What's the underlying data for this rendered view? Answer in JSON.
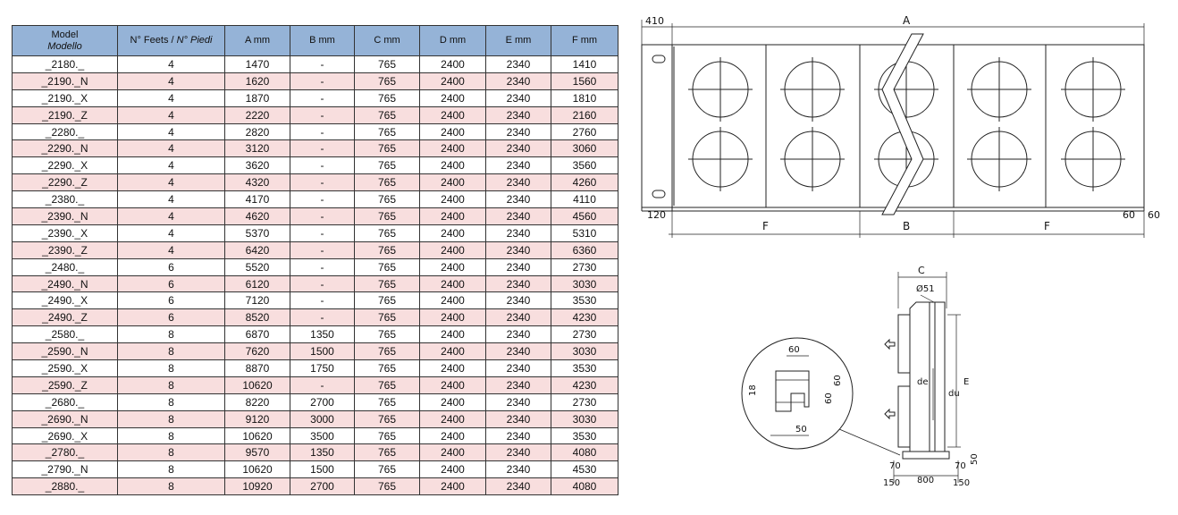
{
  "table": {
    "headers": {
      "model": "Model",
      "model_it": "Modello",
      "feet_en": "N° Feets / ",
      "feet_it": "N° Piedi",
      "a": "A mm",
      "b": "B mm",
      "c": "C mm",
      "d": "D mm",
      "e": "E mm",
      "f": "F mm"
    },
    "rows": [
      [
        "_2180._",
        "4",
        "1470",
        "-",
        "765",
        "2400",
        "2340",
        "1410"
      ],
      [
        "_2190._N",
        "4",
        "1620",
        "-",
        "765",
        "2400",
        "2340",
        "1560"
      ],
      [
        "_2190._X",
        "4",
        "1870",
        "-",
        "765",
        "2400",
        "2340",
        "1810"
      ],
      [
        "_2190._Z",
        "4",
        "2220",
        "-",
        "765",
        "2400",
        "2340",
        "2160"
      ],
      [
        "_2280._",
        "4",
        "2820",
        "-",
        "765",
        "2400",
        "2340",
        "2760"
      ],
      [
        "_2290._N",
        "4",
        "3120",
        "-",
        "765",
        "2400",
        "2340",
        "3060"
      ],
      [
        "_2290._X",
        "4",
        "3620",
        "-",
        "765",
        "2400",
        "2340",
        "3560"
      ],
      [
        "_2290._Z",
        "4",
        "4320",
        "-",
        "765",
        "2400",
        "2340",
        "4260"
      ],
      [
        "_2380._",
        "4",
        "4170",
        "-",
        "765",
        "2400",
        "2340",
        "4110"
      ],
      [
        "_2390._N",
        "4",
        "4620",
        "-",
        "765",
        "2400",
        "2340",
        "4560"
      ],
      [
        "_2390._X",
        "4",
        "5370",
        "-",
        "765",
        "2400",
        "2340",
        "5310"
      ],
      [
        "_2390._Z",
        "4",
        "6420",
        "-",
        "765",
        "2400",
        "2340",
        "6360"
      ],
      [
        "_2480._",
        "6",
        "5520",
        "-",
        "765",
        "2400",
        "2340",
        "2730"
      ],
      [
        "_2490._N",
        "6",
        "6120",
        "-",
        "765",
        "2400",
        "2340",
        "3030"
      ],
      [
        "_2490._X",
        "6",
        "7120",
        "-",
        "765",
        "2400",
        "2340",
        "3530"
      ],
      [
        "_2490._Z",
        "6",
        "8520",
        "-",
        "765",
        "2400",
        "2340",
        "4230"
      ],
      [
        "_2580._",
        "8",
        "6870",
        "1350",
        "765",
        "2400",
        "2340",
        "2730"
      ],
      [
        "_2590._N",
        "8",
        "7620",
        "1500",
        "765",
        "2400",
        "2340",
        "3030"
      ],
      [
        "_2590._X",
        "8",
        "8870",
        "1750",
        "765",
        "2400",
        "2340",
        "3530"
      ],
      [
        "_2590._Z",
        "8",
        "10620",
        "-",
        "765",
        "2400",
        "2340",
        "4230"
      ],
      [
        "_2680._",
        "8",
        "8220",
        "2700",
        "765",
        "2400",
        "2340",
        "2730"
      ],
      [
        "_2690._N",
        "8",
        "9120",
        "3000",
        "765",
        "2400",
        "2340",
        "3030"
      ],
      [
        "_2690._X",
        "8",
        "10620",
        "3500",
        "765",
        "2400",
        "2340",
        "3530"
      ],
      [
        "_2780._",
        "8",
        "9570",
        "1350",
        "765",
        "2400",
        "2340",
        "4080"
      ],
      [
        "_2790._N",
        "8",
        "10620",
        "1500",
        "765",
        "2400",
        "2340",
        "4530"
      ],
      [
        "_2880._",
        "8",
        "10920",
        "2700",
        "765",
        "2400",
        "2340",
        "4080"
      ]
    ]
  },
  "top_view": {
    "label_410": "410",
    "label_a": "A",
    "label_120": "120",
    "label_f_left": "F",
    "label_b": "B",
    "label_f_right": "F",
    "label_60_60": "60",
    "label_60_right": "60"
  },
  "side_view": {
    "label_c": "C",
    "label_d51": "Ø51",
    "label_de": "de",
    "label_du": "du",
    "label_e": "E",
    "label_70_left": "70",
    "label_70_right": "70",
    "label_50": "50",
    "label_150_left": "150",
    "label_800": "800",
    "label_150_right": "150"
  },
  "detail": {
    "label_60_top": "60",
    "label_18": "18",
    "label_60_a": "60",
    "label_60_b": "60",
    "label_50": "50"
  },
  "colors": {
    "header_bg": "#95b3d7",
    "alt_row_bg": "#f8dede"
  }
}
